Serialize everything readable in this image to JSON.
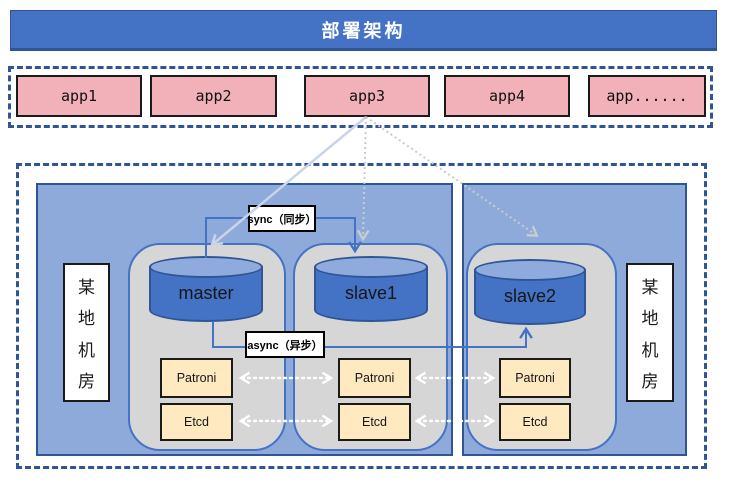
{
  "banner": {
    "title": "部署架构"
  },
  "app_layer": {
    "items": [
      {
        "label": "app1"
      },
      {
        "label": "app2"
      },
      {
        "label": "app3"
      },
      {
        "label": "app4"
      },
      {
        "label": "app......"
      }
    ]
  },
  "deployment": {
    "left_label_chars": [
      "某",
      "地",
      "机",
      "房"
    ],
    "right_label_chars": [
      "某",
      "地",
      "机",
      "房"
    ],
    "databases": [
      {
        "name": "master"
      },
      {
        "name": "slave1"
      },
      {
        "name": "slave2"
      }
    ],
    "clusters": [
      {
        "agents": [
          {
            "label": "Patroni"
          },
          {
            "label": "Etcd"
          }
        ]
      },
      {
        "agents": [
          {
            "label": "Patroni"
          },
          {
            "label": "Etcd"
          }
        ]
      },
      {
        "agents": [
          {
            "label": "Patroni"
          },
          {
            "label": "Etcd"
          }
        ]
      }
    ],
    "replication": {
      "sync_label": "sync（同步）",
      "async_label": "async（异步）"
    }
  },
  "colors": {
    "banner_bg": "#4472C4",
    "dashed_border": "#2F5597",
    "app_box_bg": "#F2B1B8",
    "zone_bg": "#8EAADB",
    "cluster_bg": "#D6D6D6",
    "cylinder_body": "#4472C4",
    "cylinder_top": "#8FAADC",
    "agent_box_bg": "#FFE9C0",
    "replication_line": "#4472C4",
    "app_arrow_solid": "#C9D3EA",
    "app_arrow_dotted": "#C9CBCE",
    "agent_arrow": "#FFFFFF"
  }
}
